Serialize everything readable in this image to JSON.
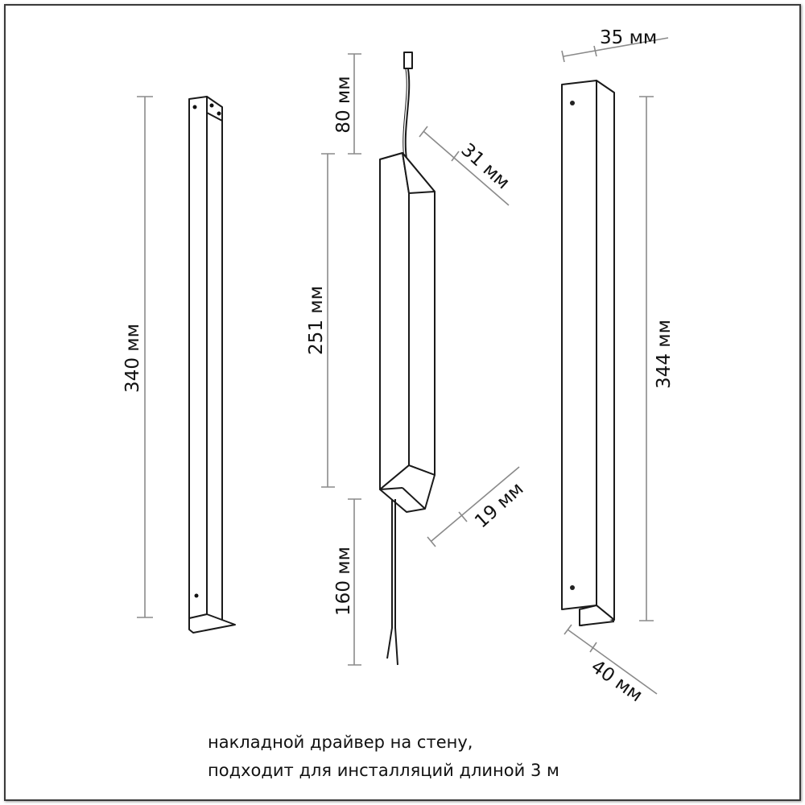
{
  "dimensions": {
    "left_bar_height": "340 мм",
    "cable_top": "80 мм",
    "driver_length": "251 мм",
    "cable_bottom": "160 мм",
    "driver_width": "31 мм",
    "driver_depth": "19 мм",
    "right_bar_width": "35 мм",
    "right_bar_height": "344 мм",
    "right_bar_depth": "40 мм"
  },
  "caption": {
    "line1": "накладной драйвер на стену,",
    "line2": "подходит для инсталляций длиной 3 м"
  }
}
